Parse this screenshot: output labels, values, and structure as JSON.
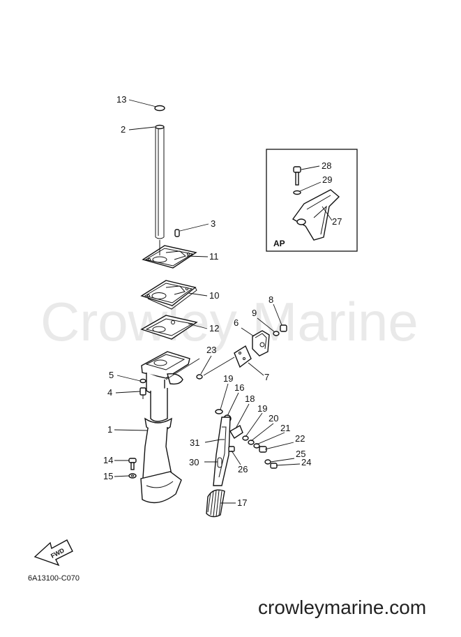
{
  "watermark": "Crowley Marine",
  "footer_url": "crowleymarine.com",
  "diagram_code": "6A13100-C070",
  "inset_label": "AP",
  "fwd_label": "FWD",
  "callouts": {
    "c1": "1",
    "c2": "2",
    "c3": "3",
    "c4": "4",
    "c5": "5",
    "c6": "6",
    "c7": "7",
    "c8": "8",
    "c9": "9",
    "c10": "10",
    "c11": "11",
    "c12": "12",
    "c13": "13",
    "c14": "14",
    "c15": "15",
    "c16": "16",
    "c17": "17",
    "c18": "18",
    "c19a": "19",
    "c19b": "19",
    "c20": "20",
    "c21": "21",
    "c22": "22",
    "c23": "23",
    "c24": "24",
    "c25": "25",
    "c26": "26",
    "c27": "27",
    "c28": "28",
    "c29": "29",
    "c30": "30",
    "c31": "31"
  }
}
